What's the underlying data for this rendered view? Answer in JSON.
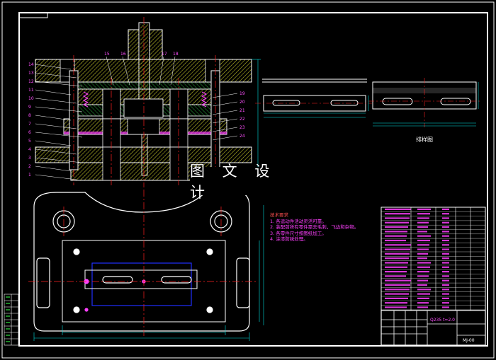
{
  "watermark": "图 文 设 计",
  "notes": {
    "title": "技术要求",
    "items": [
      "1. 各运动件活动灵活可靠。",
      "2. 装配前所有零件需去毛刺，飞边和杂物。",
      "3. 各零件尺寸按图纸加工。",
      "4. 涂漆防锈处理。"
    ]
  },
  "strip_view_label": "排样图",
  "title_block": {
    "material": "Q235 t=2.0",
    "drawing_no": "MJ-00"
  },
  "callouts_left": [
    "14",
    "13",
    "12",
    "11",
    "10",
    "9",
    "8",
    "7",
    "6",
    "5",
    "4",
    "3",
    "2",
    "1"
  ],
  "callouts_top": [
    "15",
    "16",
    "17",
    "18"
  ],
  "callouts_right": [
    "19",
    "20",
    "21",
    "22",
    "23",
    "24"
  ],
  "colors": {
    "frame": "#ffffff",
    "outline": "#ffffff",
    "centerline": "#ff2020",
    "dimension": "#00e0e0",
    "hatch": "#ffff30",
    "section": "#00ff40",
    "blue": "#2030ff",
    "magenta": "#ff40ff"
  }
}
